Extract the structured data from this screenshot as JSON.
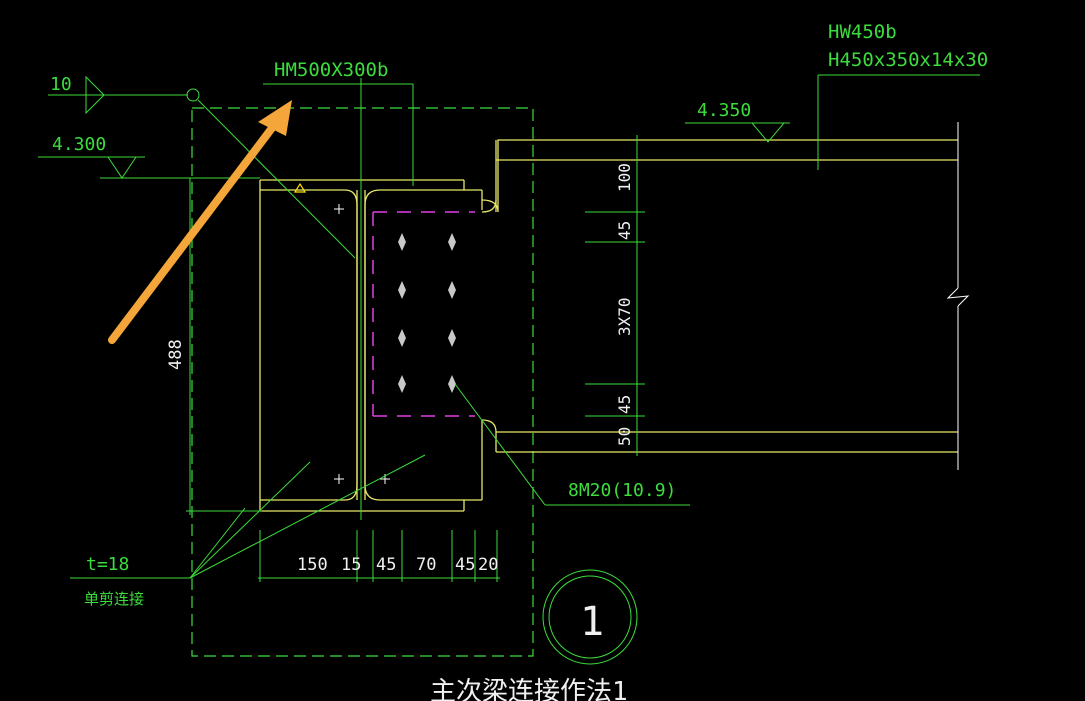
{
  "labels": {
    "beam_main": "HM500X300b",
    "beam_sec_1": "HW450b",
    "beam_sec_2": "H450x350x14x30",
    "weld_size": "10",
    "elev_left": "4.300",
    "elev_right": "4.350",
    "height_dim": "488",
    "bolts": "8M20(10.9)",
    "plate_t": "t=18",
    "conn_type": "单剪连接",
    "detail_no": "1",
    "caption": "主次梁连接作法1"
  },
  "dims_bottom": [
    "150",
    "15",
    "45",
    "70",
    "45",
    "20"
  ],
  "dims_vertical": [
    "100",
    "45",
    "3X70",
    "45",
    "50"
  ],
  "colors": {
    "line_green": "#3cdc3c",
    "steel_yellow": "#e8e86a",
    "text_white": "#f0f0f0",
    "plate_magenta": "#e040e0",
    "arrow_orange": "#f4a63a"
  }
}
